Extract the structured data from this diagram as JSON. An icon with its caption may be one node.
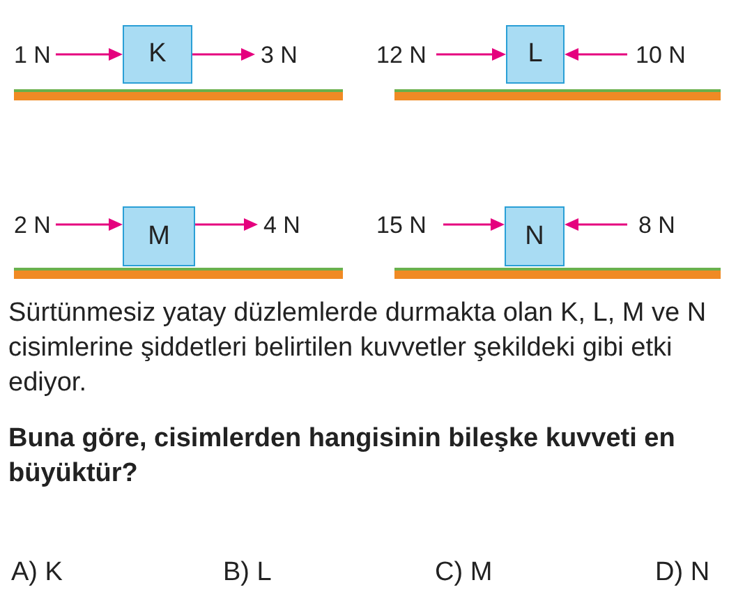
{
  "diagram": {
    "nodes": [
      {
        "text": [
          "K"
        ]
      },
      {
        "text": [
          "L"
        ]
      },
      {
        "text": [
          "M"
        ]
      },
      {
        "text": [
          "N"
        ]
      }
    ],
    "labels": [
      "1 N",
      "3 N",
      "12 N",
      "10 N",
      "2 N",
      "4 N",
      "15 N",
      "8 N",
      "Sürtünmesiz  yatay düzlemlerde durmakta olan K, L, M ve N cisimlerine şiddetleri belirtilen kuvvetler şekildeki gibi etki ediyor.",
      "Buna göre, cisimlerden hangisinin bileşke kuvveti en büyüktür?",
      "A) K",
      "B) L",
      "C) M",
      "D) N"
    ]
  }
}
